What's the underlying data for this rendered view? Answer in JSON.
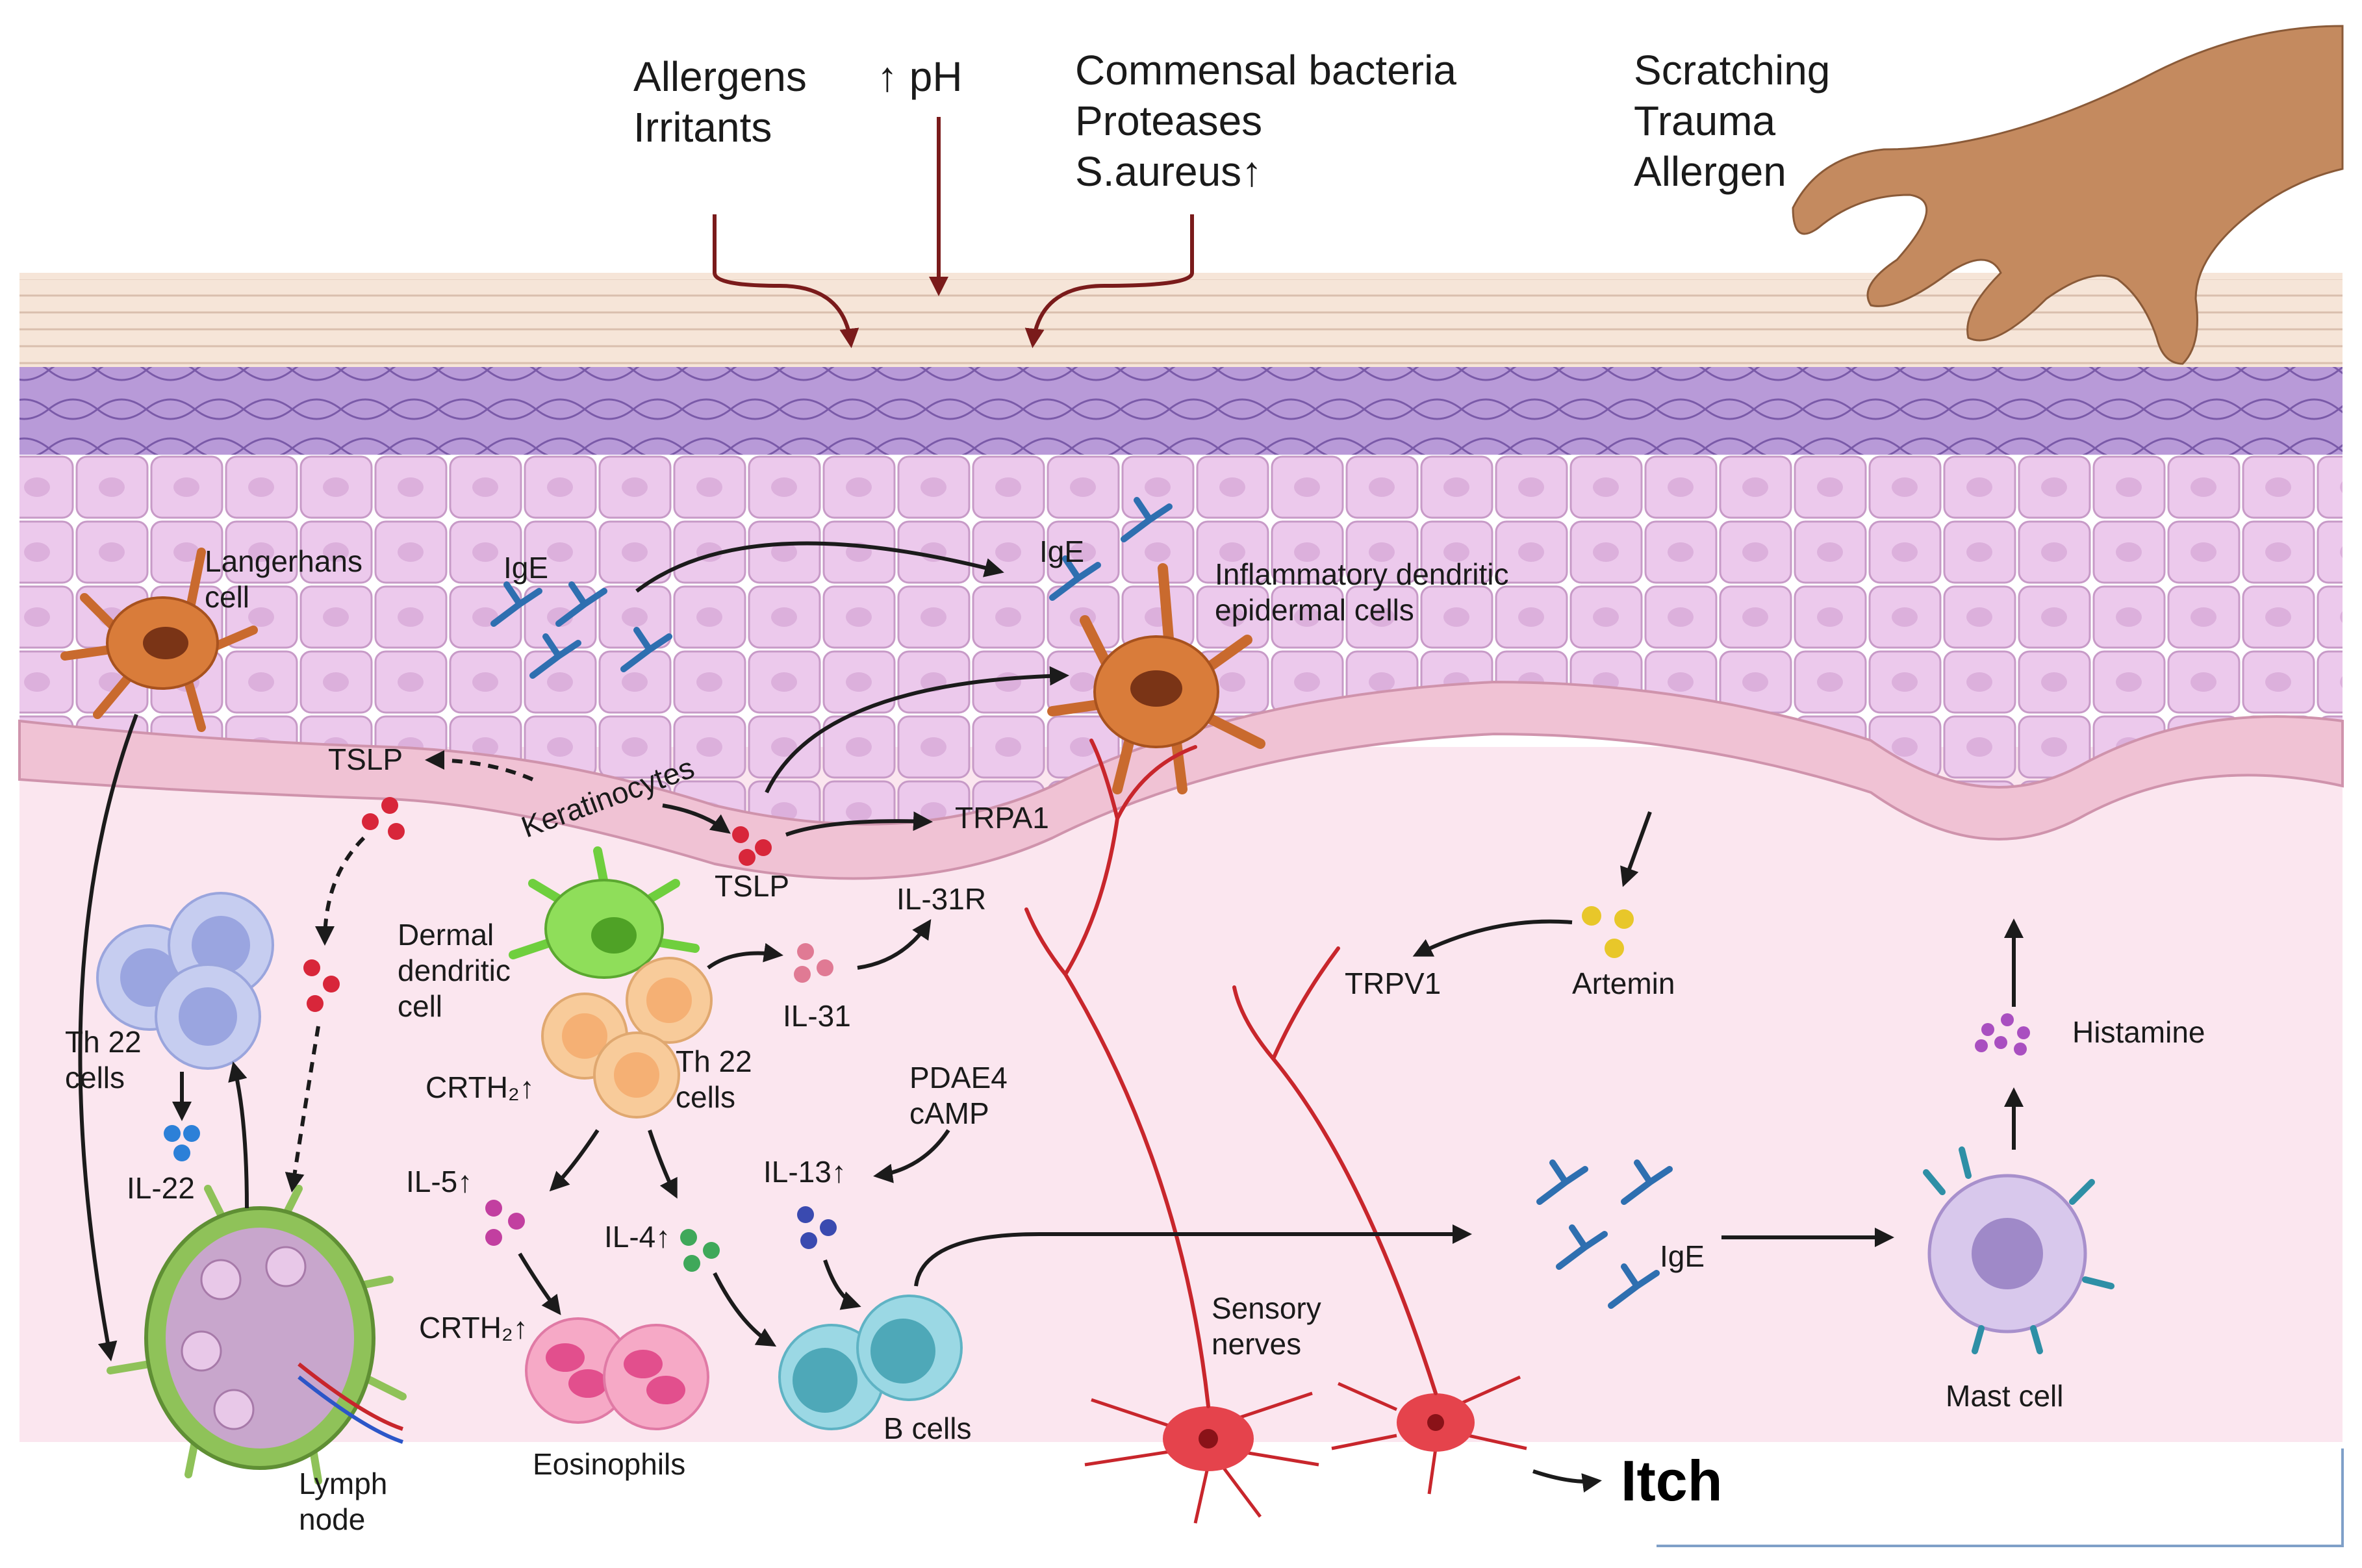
{
  "top_labels": {
    "allergens": "Allergens",
    "irritants": "Irritants",
    "ph": "↑ pH",
    "commensal": "Commensal bacteria",
    "proteases": "Proteases",
    "saureus": "S.aureus↑",
    "scratching": "Scratching",
    "trauma": "Trauma",
    "allergen": "Allergen"
  },
  "cells": {
    "langerhans_1": "Langerhans",
    "langerhans_2": "cell",
    "ige_top": "IgE",
    "ige_dc": "IgE",
    "inflammatory_1": "Inflammatory dendritic",
    "inflammatory_2": "epidermal cells",
    "tslp_left": "TSLP",
    "keratinocytes": "Keratinocytes",
    "tslp_mid": "TSLP",
    "trpa1": "TRPA1",
    "il31r": "IL-31R",
    "dermal_1": "Dermal",
    "dermal_2": "dendritic",
    "dermal_3": "cell",
    "il31": "IL-31",
    "th22_left_1": "Th 22",
    "th22_left_2": "cells",
    "il22": "IL-22",
    "crth2_a": "CRTH₂↑",
    "th22_mid_1": "Th 22",
    "th22_mid_2": "cells",
    "pdae4": "PDAE4",
    "camp": "cAMP",
    "il13": "IL-13↑",
    "il5": "IL-5↑",
    "il4": "IL-4↑",
    "crth2_b": "CRTH₂↑",
    "eosinophils": "Eosinophils",
    "bcells": "B cells",
    "lymph_1": "Lymph",
    "lymph_2": "node",
    "artemin": "Artemin",
    "trpv1": "TRPV1",
    "histamine": "Histamine",
    "ige_right": "IgE",
    "mastcell": "Mast cell",
    "sensory_1": "Sensory",
    "sensory_2": "nerves",
    "itch": "Itch"
  }
}
